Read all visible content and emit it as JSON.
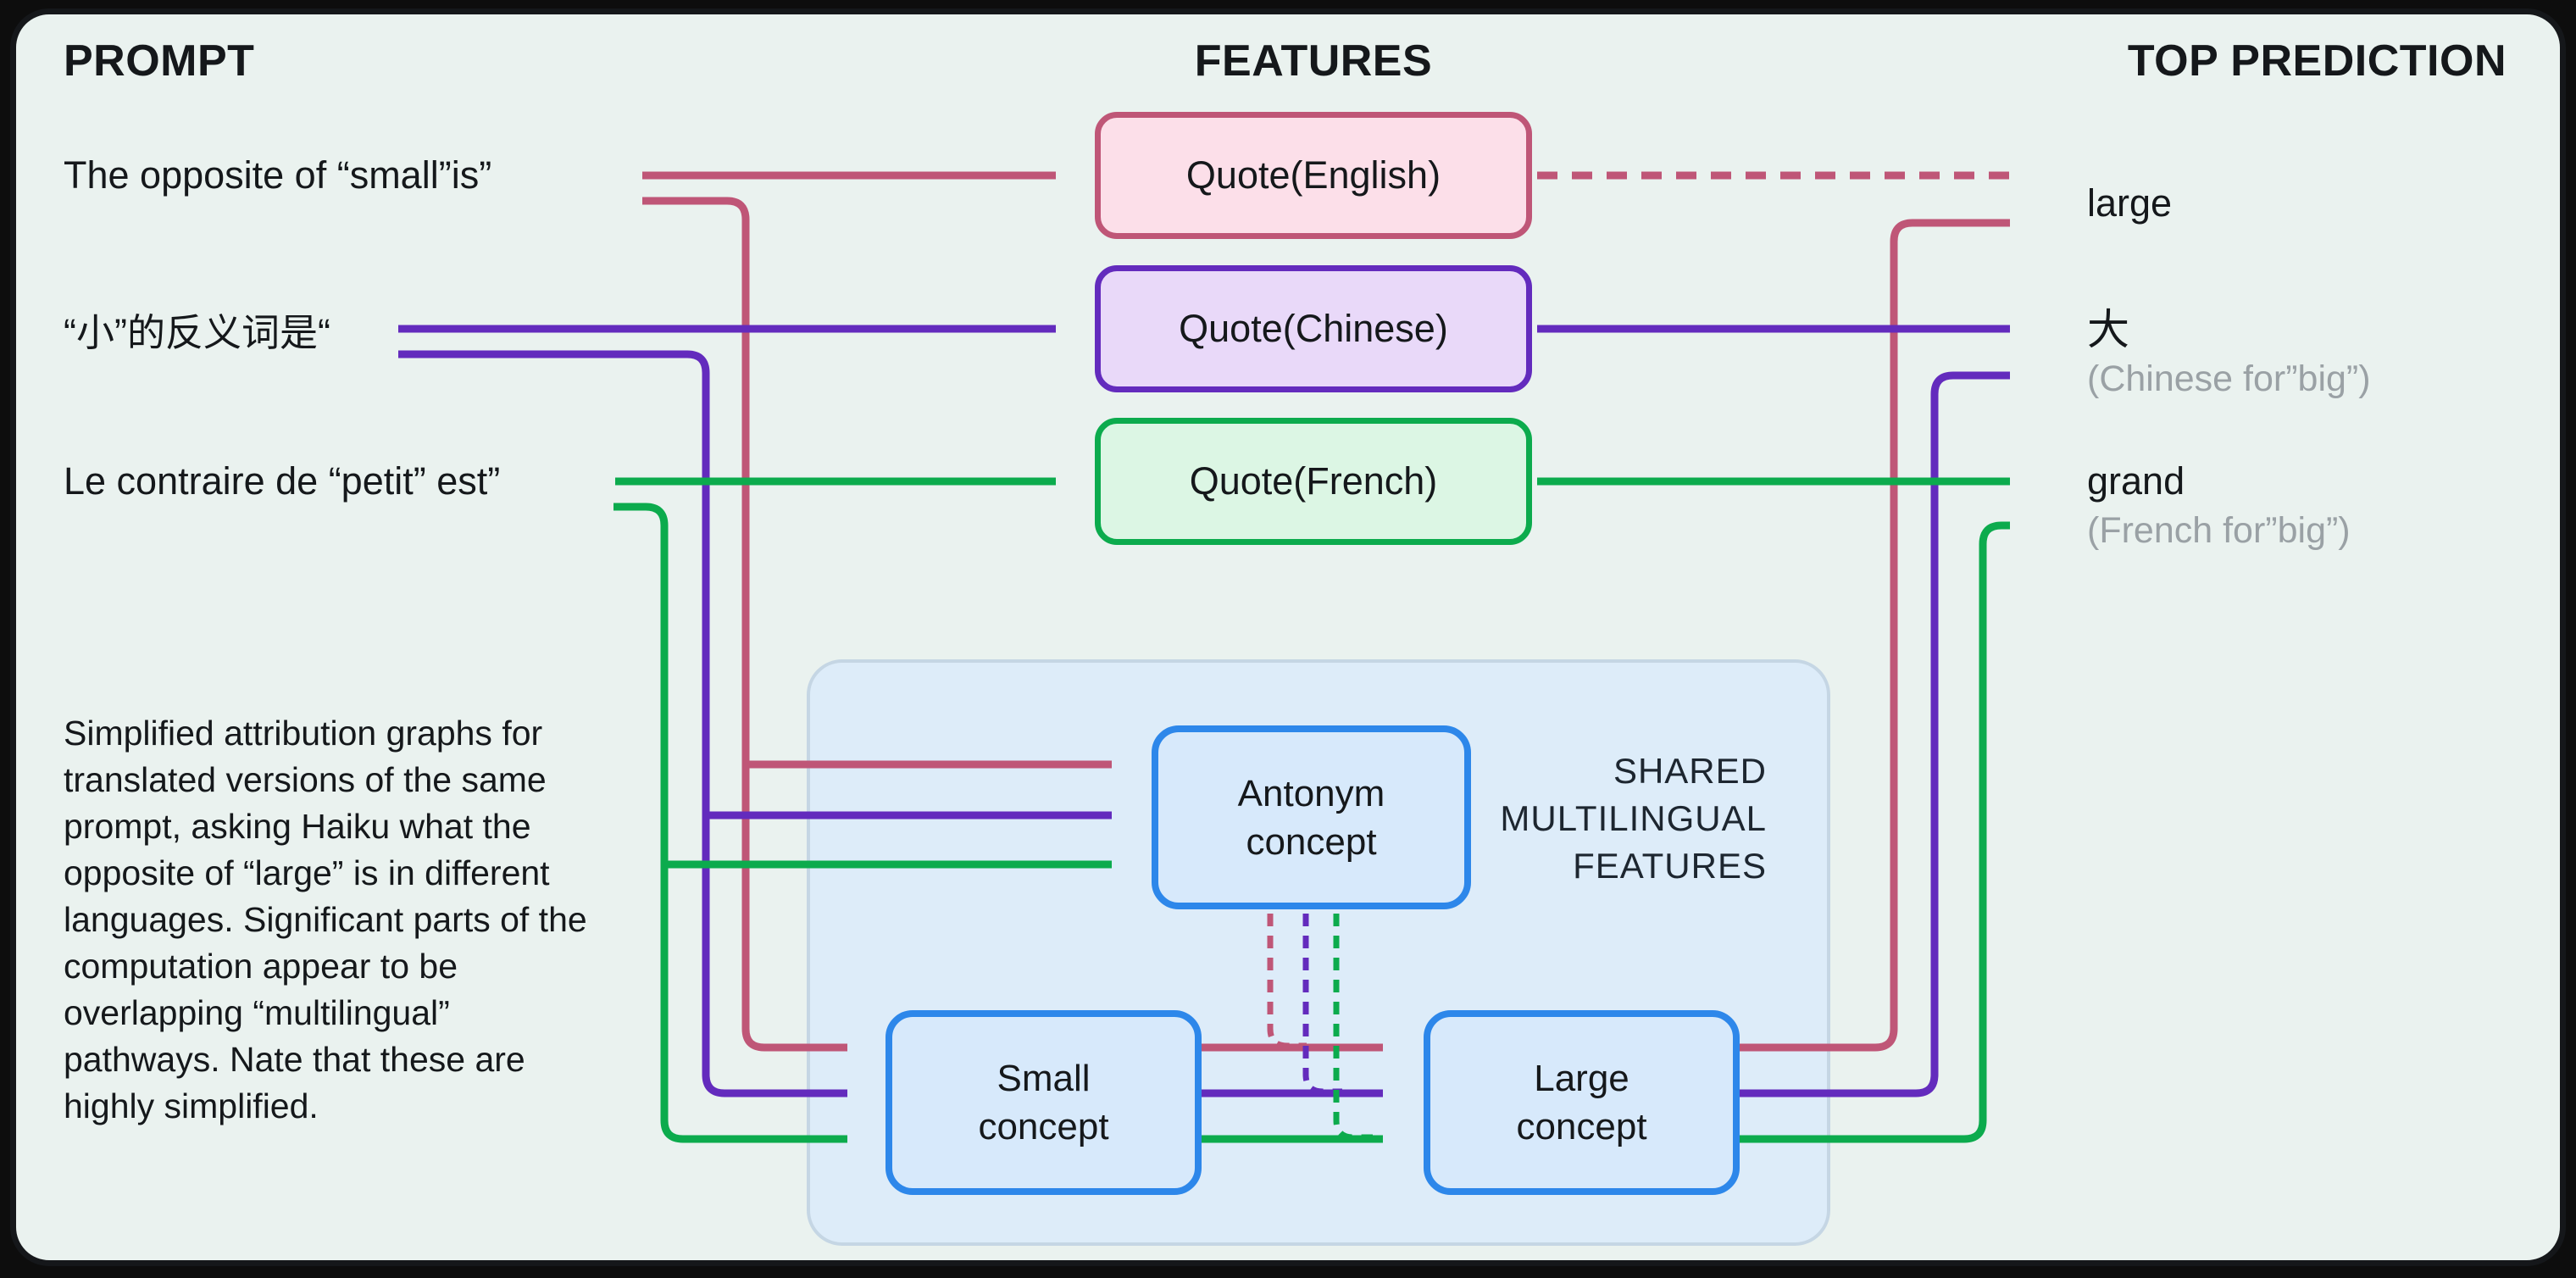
{
  "colors": {
    "rose": "#bf5677",
    "pink-fill": "#fcdfe9",
    "purple": "#632bbd",
    "lavender-fill": "#e9d9f9",
    "green": "#0cab4d",
    "green-fill": "#dcf6e4",
    "blue-border": "#2d87ea",
    "blue-fill": "#d7e9fb",
    "shared-fill": "#ddecf9",
    "shared-border": "#c5d6e4",
    "card-bg": "#eaf2ef",
    "frame": "#0d0d0d",
    "text": "#15181b",
    "muted": "#9aa1a5"
  },
  "headers": {
    "prompt": "PROMPT",
    "features": "FEATURES",
    "top_prediction": "TOP PREDICTION"
  },
  "rows": [
    {
      "prompt": "The opposite of “small”is”",
      "feature": "Quote(English)",
      "prediction": "large",
      "caption": ""
    },
    {
      "prompt": "“小”的反义词是“",
      "feature": "Quote(Chinese)",
      "prediction": "大",
      "caption": "(Chinese for”big”)"
    },
    {
      "prompt": "Le contraire de “petit” est”",
      "feature": "Quote(French)",
      "prediction": "grand",
      "caption": "(French for”big”)"
    }
  ],
  "shared_label_lines": [
    "SHARED",
    "MULTILINGUAL",
    "FEATURES"
  ],
  "concepts": {
    "antonym": "Antonym concept",
    "small": "Small concept",
    "large": "Large concept"
  },
  "note_lines": [
    "Simplified attribution graphs for",
    "translated versions of the same",
    "prompt, asking Haiku what the",
    "opposite of “large” is in different",
    "languages. Significant parts of the",
    "computation appear to be",
    "overlapping “multilingual”",
    "pathways. Nate that these are",
    "highly simplified."
  ]
}
